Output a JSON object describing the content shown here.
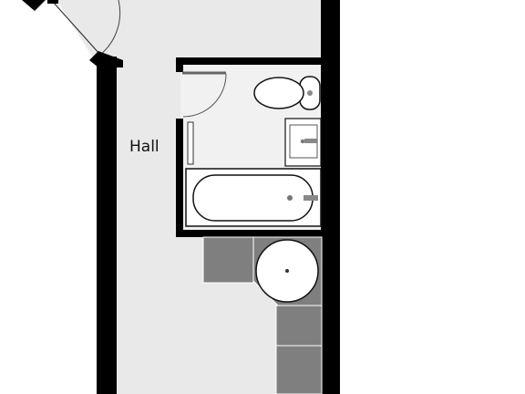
{
  "plan": {
    "rooms": [
      {
        "id": "hall",
        "label": "Hall"
      }
    ],
    "fixtures": [
      "toilet",
      "washbasin",
      "bathtub",
      "corner-sink",
      "kitchen-counter"
    ],
    "colors": {
      "wall": "#000000",
      "floor": "#e9e9e9",
      "bath_floor": "#f1f1f1",
      "counter": "#7f7f7f",
      "fixture_fill": "#ffffff",
      "door_frame": "#555555"
    }
  }
}
